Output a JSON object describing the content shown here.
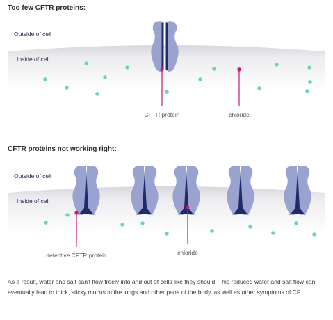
{
  "panels": [
    {
      "title": "Too few CFTR proteins:",
      "outside_label": "Outside of cell",
      "inside_label": "Inside of cell",
      "annotations": [
        {
          "label": "CFTR protein"
        },
        {
          "label": "chloride"
        }
      ]
    },
    {
      "title": "CFTR proteins not working right:",
      "outside_label": "Outside of cell",
      "inside_label": "Inside of cell",
      "annotations": [
        {
          "label": "defective CFTR protein"
        },
        {
          "label": "chloride"
        }
      ]
    }
  ],
  "summary": "As a result, water and salt can't flow freely into and out of cells like they should. This reduced water and salt flow can eventually lead to thick, sticky mucus in the lungs and other parts of the body, as well as other symptoms of CF.",
  "colors": {
    "membrane_fill": "#e9e9ec",
    "protein_fill": "#9aa3cf",
    "protein_channel": "#1f2a68",
    "chloride": "#6fd0b8",
    "pointer": "#c8177a",
    "pointer_dot": "#c8177a"
  }
}
